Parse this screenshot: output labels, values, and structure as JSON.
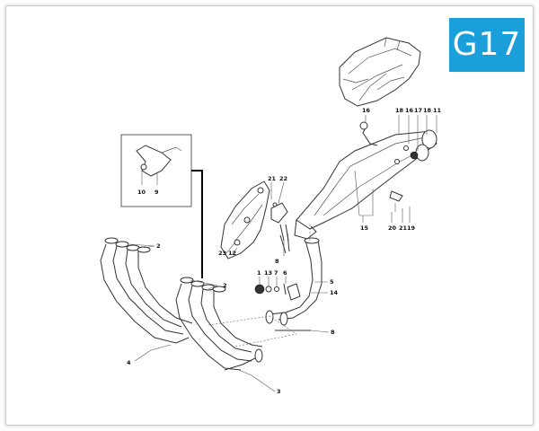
{
  "badge": "G17",
  "labels": {
    "l16a": "16",
    "l18a": "18",
    "l16b": "16",
    "l17": "17",
    "l18b": "18",
    "l11": "11",
    "l21a": "21",
    "l22": "22",
    "l23": "23",
    "l12": "12",
    "l8a": "8",
    "l1": "1",
    "l13": "13",
    "l7": "7",
    "l6": "6",
    "l5": "5",
    "l14": "14",
    "l15": "15",
    "l20": "20",
    "l21b": "21",
    "l19": "19",
    "l2a": "2",
    "l2b": "2",
    "l4": "4",
    "l3": "3",
    "l8b": "8",
    "l10": "10",
    "l9": "9"
  }
}
